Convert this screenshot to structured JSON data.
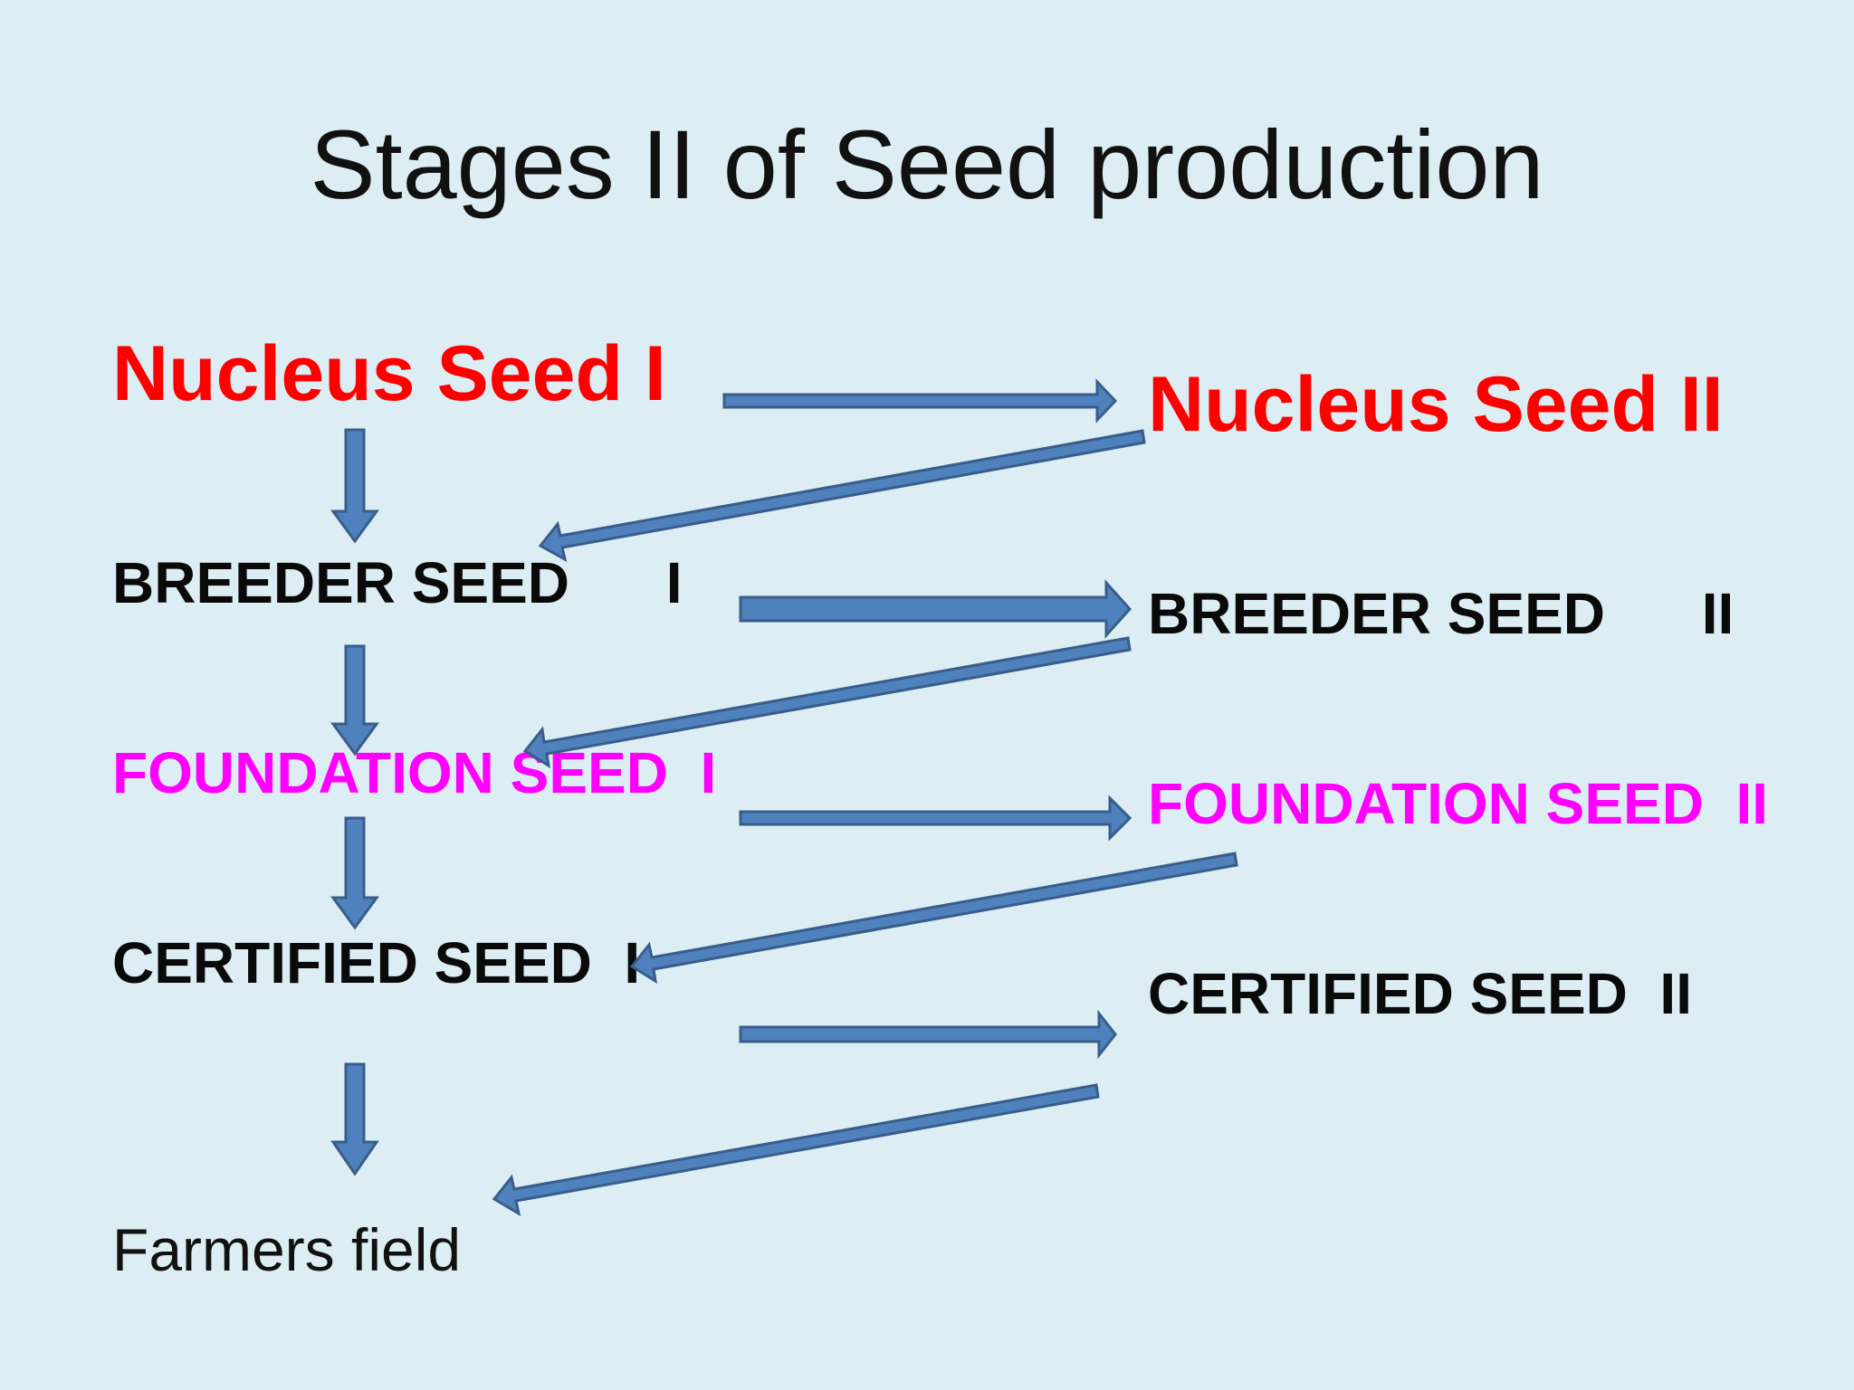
{
  "slide": {
    "title": "Stages II of Seed production"
  },
  "column_one": {
    "nucleus": "Nucleus Seed I",
    "breeder": "BREEDER SEED      I",
    "foundation": "FOUNDATION SEED  I",
    "certified": "CERTIFIED SEED  I",
    "farmers": "Farmers field"
  },
  "column_two": {
    "nucleus": "Nucleus Seed II",
    "breeder": "BREEDER SEED      II",
    "foundation": "FOUNDATION SEED  II",
    "certified": "CERTIFIED SEED  II"
  },
  "colors": {
    "background": "#dcedf3",
    "stage_red": "#ff0000",
    "stage_magenta": "#ff00ff",
    "arrow_fill": "#4f81bd",
    "arrow_outline": "#385d8a"
  }
}
